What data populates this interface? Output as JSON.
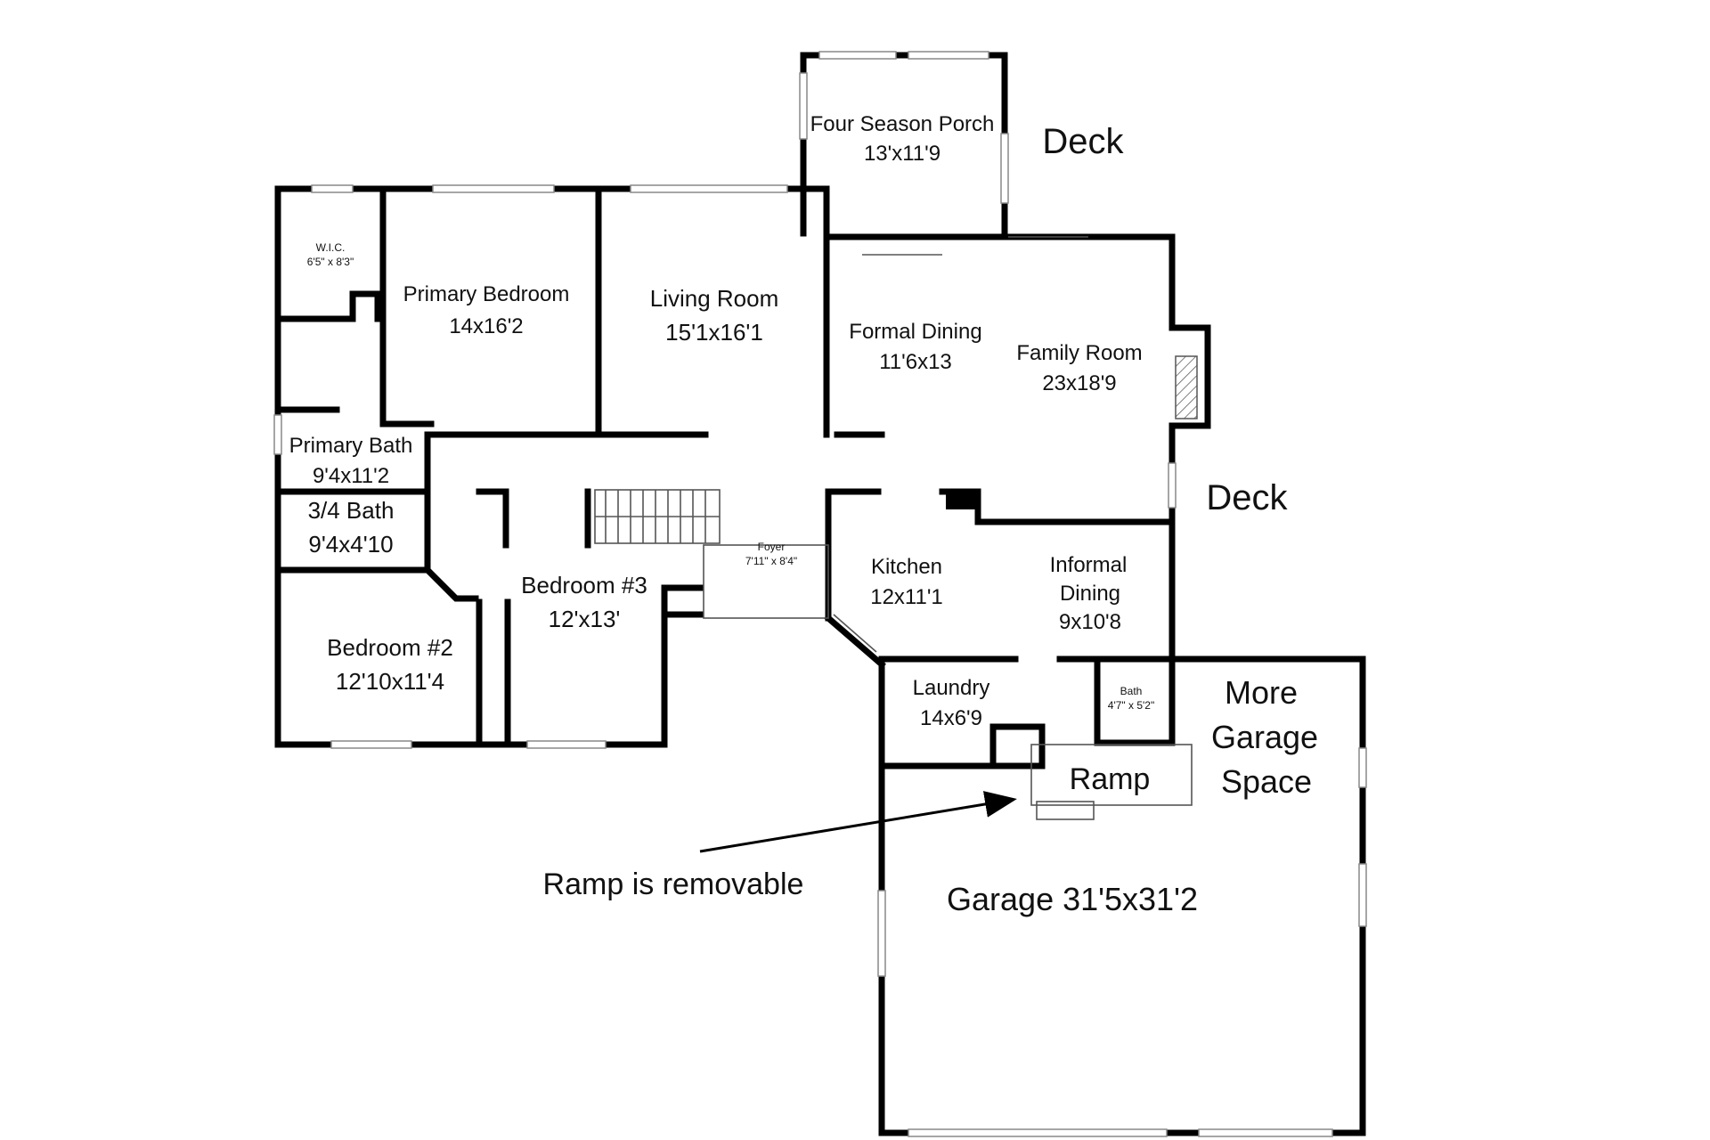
{
  "rooms": {
    "four_season_porch": {
      "name": "Four Season Porch",
      "size": "13'x11'9"
    },
    "wic": {
      "name": "W.I.C.",
      "size": "6'5\" x 8'3\""
    },
    "primary_bedroom": {
      "name": "Primary Bedroom",
      "size": "14x16'2"
    },
    "living_room": {
      "name": "Living Room",
      "size": "15'1x16'1"
    },
    "formal_dining": {
      "name": "Formal Dining",
      "size": "11'6x13"
    },
    "family_room": {
      "name": "Family Room",
      "size": "23x18'9"
    },
    "primary_bath": {
      "name": "Primary Bath",
      "size": "9'4x11'2"
    },
    "three_quarter_bath": {
      "name": "3/4 Bath",
      "size": "9'4x4'10"
    },
    "foyer": {
      "name": "Foyer",
      "size": "7'11\" x 8'4\""
    },
    "bedroom3": {
      "name": "Bedroom #3",
      "size": "12'x13'"
    },
    "bedroom2": {
      "name": "Bedroom #2",
      "size": "12'10x11'4"
    },
    "kitchen": {
      "name": "Kitchen",
      "size": "12x11'1"
    },
    "informal_dining": {
      "name_line1": "Informal",
      "name_line2": "Dining",
      "size": "9x10'8"
    },
    "laundry": {
      "name": "Laundry",
      "size": "14x6'9"
    },
    "bath": {
      "name": "Bath",
      "size": "4'7\" x 5'2\""
    },
    "ramp": {
      "name": "Ramp"
    },
    "garage": {
      "name": "Garage 31'5x31'2"
    }
  },
  "labels": {
    "deck_top": "Deck",
    "deck_right": "Deck",
    "more_garage_line1": "More",
    "more_garage_line2": "Garage",
    "more_garage_line3": "Space",
    "ramp_note": "Ramp is removable"
  },
  "colors": {
    "wall": "#000000",
    "background": "#ffffff"
  }
}
